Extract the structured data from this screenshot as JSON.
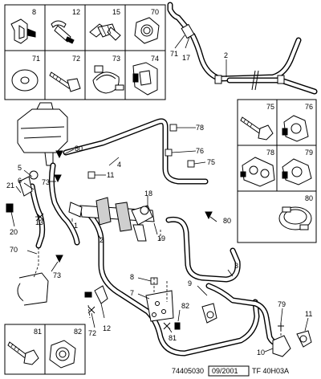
{
  "parts_top_left": [
    {
      "label": "8",
      "icon": "clip-icon"
    },
    {
      "label": "12",
      "icon": "hose-clip-icon"
    },
    {
      "label": "15",
      "icon": "union-fitting-icon"
    },
    {
      "label": "70",
      "icon": "nut-icon"
    },
    {
      "label": "71",
      "icon": "washer-icon"
    },
    {
      "label": "72",
      "icon": "bolt-icon"
    },
    {
      "label": "73",
      "icon": "clamp-band-icon"
    },
    {
      "label": "74",
      "icon": "bracket-clip-icon"
    }
  ],
  "parts_right": [
    {
      "label": "75",
      "icon": "bolt-icon"
    },
    {
      "label": "76",
      "icon": "clip-icon"
    },
    {
      "label": "78",
      "icon": "double-clip-icon"
    },
    {
      "label": "79",
      "icon": "clip-icon"
    },
    {
      "label": "80",
      "icon": "hose-clamp-icon"
    }
  ],
  "parts_bottom_left": [
    {
      "label": "81",
      "icon": "bolt-icon"
    },
    {
      "label": "82",
      "icon": "nut-icon"
    }
  ],
  "callouts": [
    "1",
    "2",
    "3",
    "4",
    "5",
    "6",
    "7",
    "8",
    "9",
    "10",
    "11",
    "12",
    "13",
    "15",
    "17",
    "18",
    "19",
    "20",
    "21",
    "70",
    "71",
    "72",
    "73",
    "73",
    "75",
    "76",
    "78",
    "79",
    "80",
    "80",
    "81",
    "82",
    "2"
  ],
  "footer": {
    "ref": "74405030",
    "date": "09/2001",
    "code": "TF 40H03A"
  }
}
